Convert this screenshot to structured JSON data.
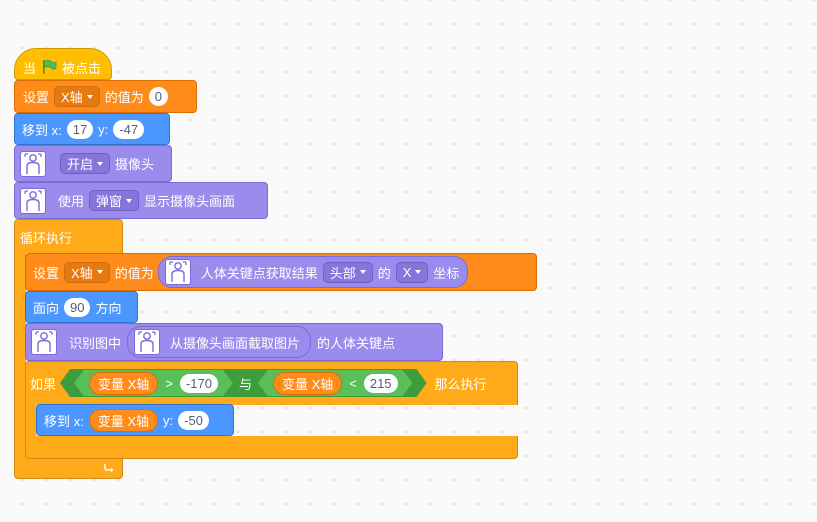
{
  "hat": {
    "prefix": "当",
    "suffix": "被点击",
    "icon": "green-flag-icon"
  },
  "set_var": {
    "label_set": "设置",
    "var": "X轴",
    "label_value": "的值为",
    "value": "0"
  },
  "goto1": {
    "label": "移到 x:",
    "x": "17",
    "y_label": "y:",
    "y": "-47"
  },
  "camera": {
    "icon": "body-keypoint-ext-icon",
    "option": "开启",
    "label": "摄像头"
  },
  "popup": {
    "label_use": "使用",
    "option": "弹窗",
    "label_show": "显示摄像头画面"
  },
  "forever": {
    "label": "循环执行",
    "loop_icon": "loop-arrow-icon"
  },
  "set_var2": {
    "label_set": "设置",
    "var": "X轴",
    "label_value": "的值为",
    "reporter": {
      "label": "人体关键点获取结果",
      "part": "头部",
      "of": "的",
      "axis": "X",
      "suffix": "坐标"
    }
  },
  "point": {
    "label": "面向",
    "value": "90",
    "suffix": "方向"
  },
  "recognize": {
    "label": "识别图中",
    "inner_label": "从摄像头画面截取图片",
    "suffix": "的人体关键点"
  },
  "if_block": {
    "label_if": "如果",
    "cond1": {
      "var_label": "变量 X轴",
      "op": ">",
      "value": "-170"
    },
    "and": "与",
    "cond2": {
      "var_label": "变量 X轴",
      "op": "<",
      "value": "215"
    },
    "label_then": "那么执行"
  },
  "goto2": {
    "label": "移到 x:",
    "x_var": "变量 X轴",
    "y_label": "y:",
    "y": "-50"
  },
  "colors": {
    "events": "#ffbf00",
    "data": "#ff8c1a",
    "motion": "#4c97ff",
    "extension": "#9a8cec",
    "control": "#ffab19",
    "operators": "#59c059"
  }
}
